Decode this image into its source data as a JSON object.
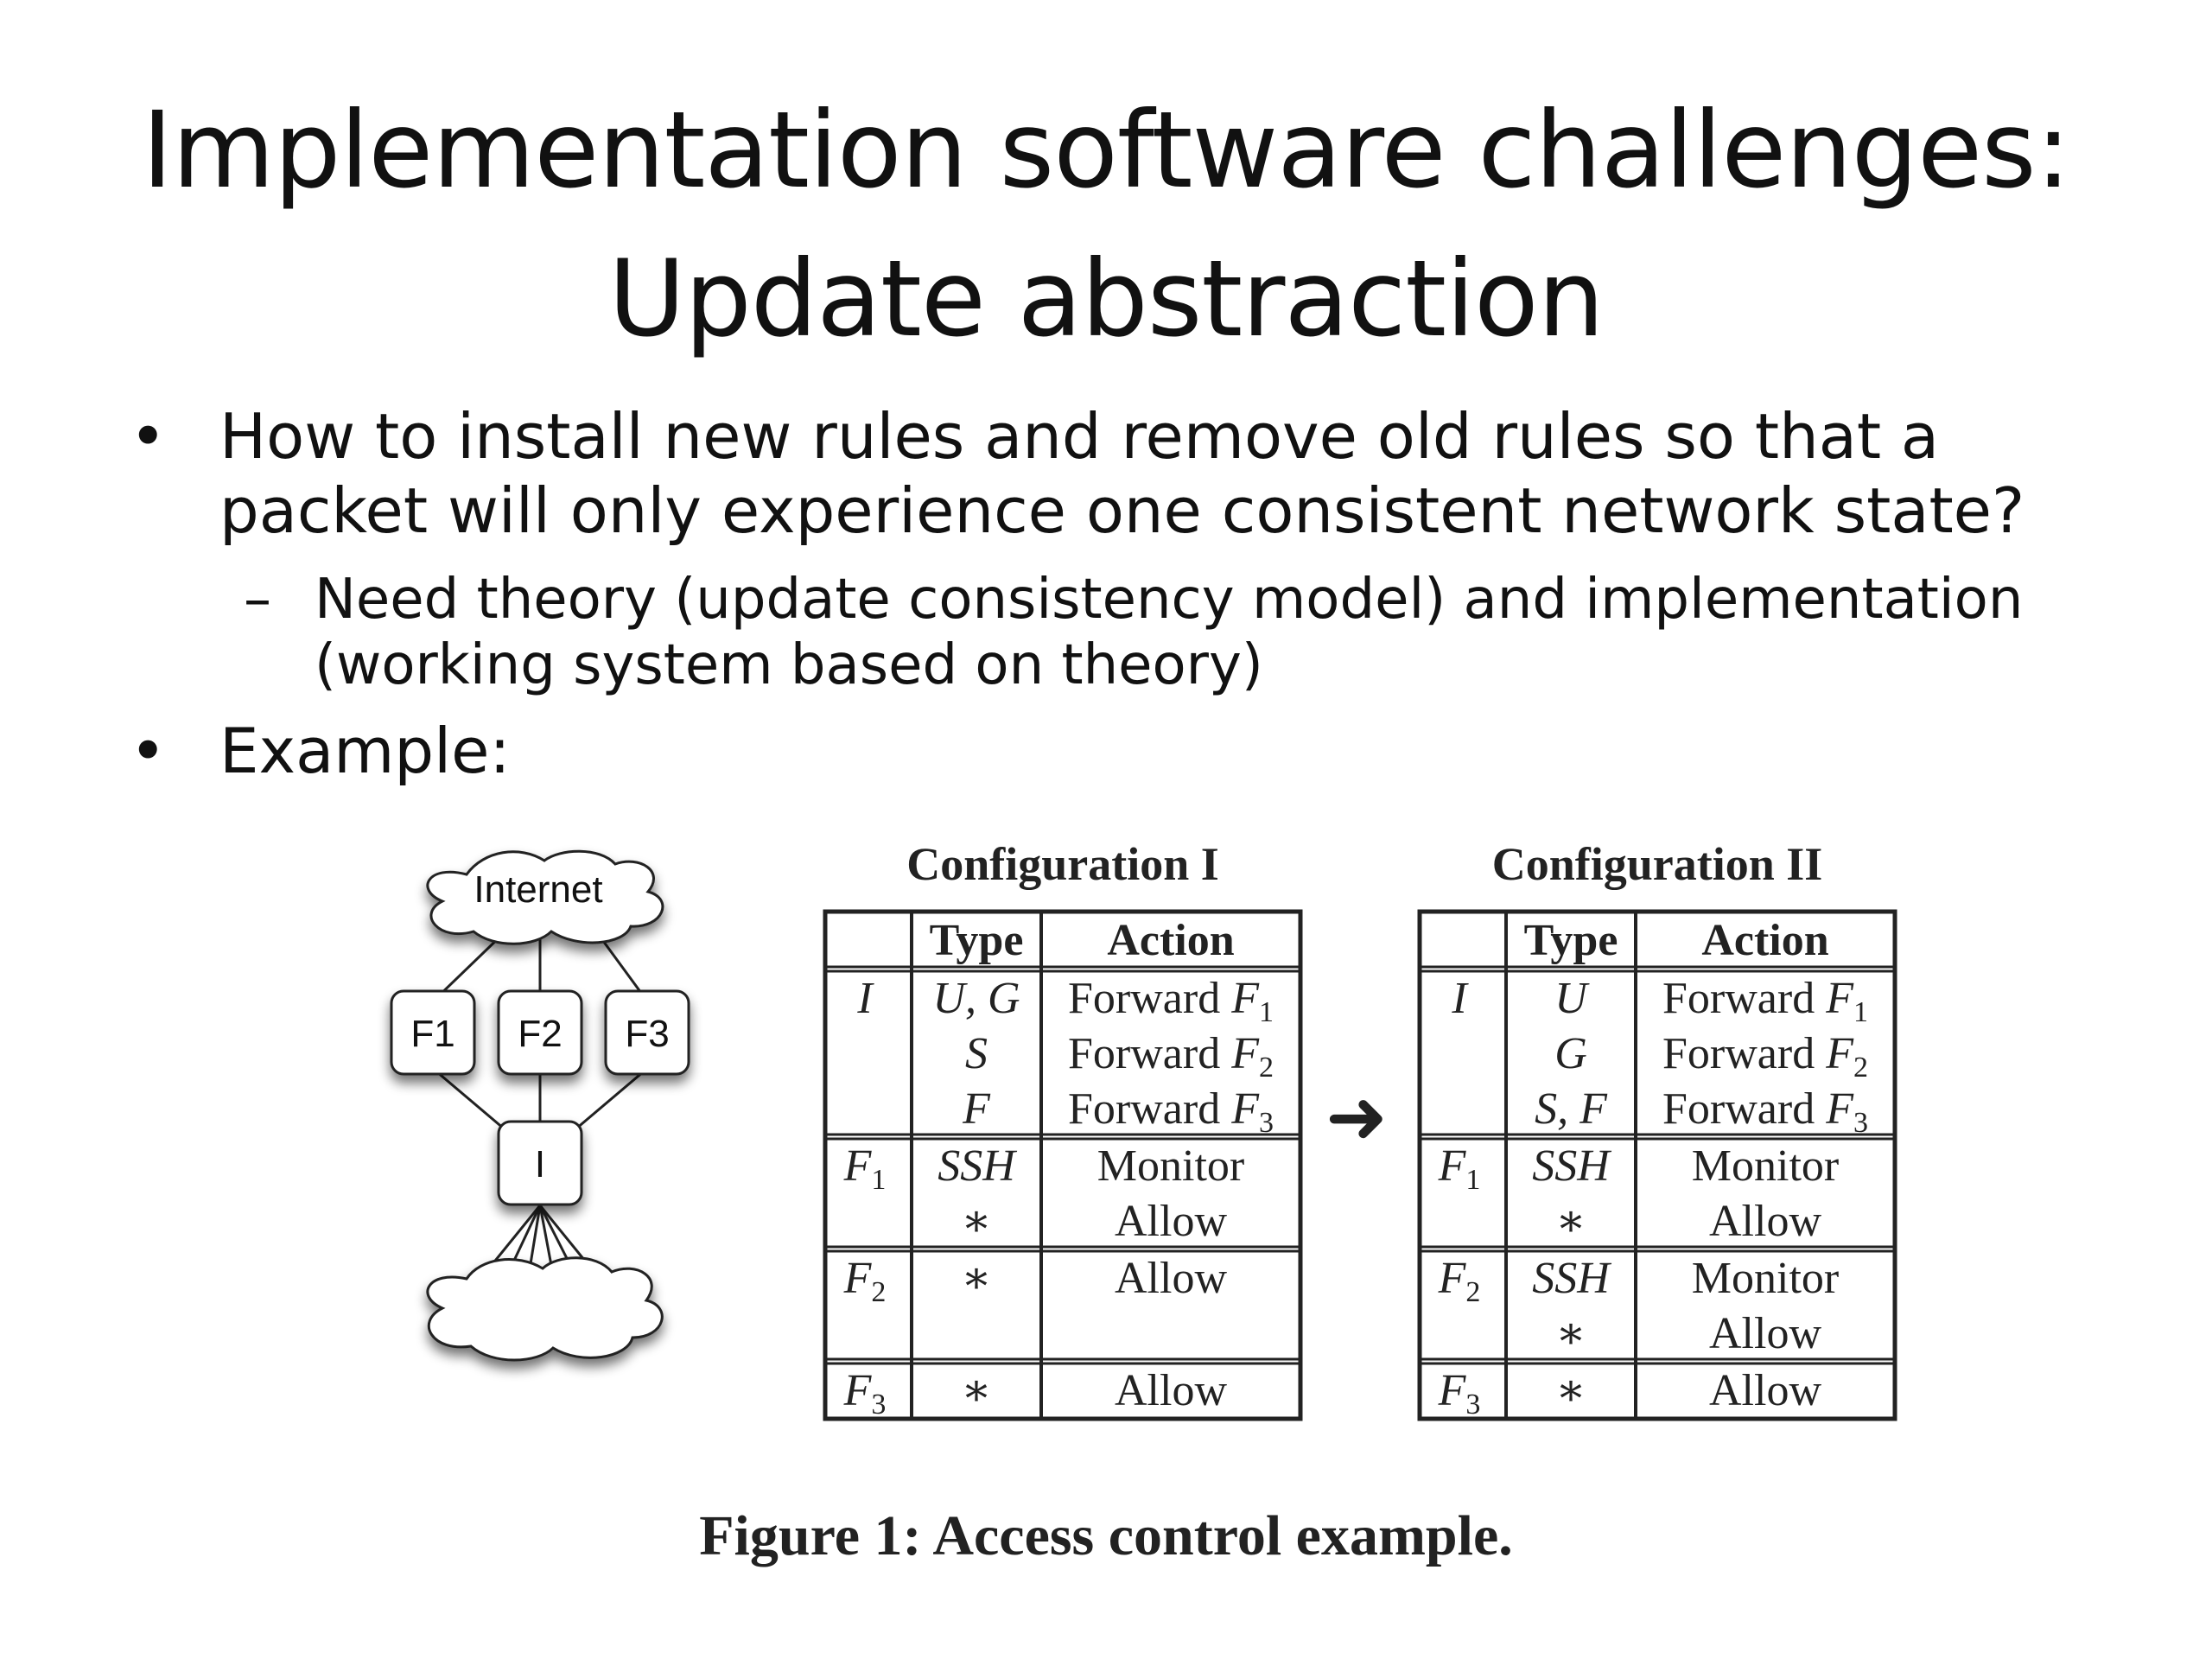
{
  "title": {
    "line1": "Implementation software challenges:",
    "line2": "Update abstraction"
  },
  "bullets": [
    {
      "mark": "•",
      "lines": [
        "How to install new rules and remove old rules so that a",
        "packet will only experience one consistent network state?"
      ],
      "sub": {
        "mark": "–",
        "lines": [
          "Need theory (update consistency model) and implementation",
          "(working system based on theory)"
        ]
      }
    },
    {
      "mark": "•",
      "lines": [
        "Example:"
      ]
    }
  ],
  "diagram": {
    "internet": "Internet",
    "nodes": [
      "F1",
      "F2",
      "F3"
    ],
    "ingress": "I"
  },
  "configurations": [
    {
      "title": "Configuration I",
      "headers": [
        "",
        "Type",
        "Action"
      ],
      "groups": [
        {
          "switch": "I",
          "sub": "",
          "rows": [
            [
              "U, G",
              "Forward F",
              "1"
            ],
            [
              "S",
              "Forward F",
              "2"
            ],
            [
              "F",
              "Forward F",
              "3"
            ]
          ]
        },
        {
          "switch": "F",
          "sub": "1",
          "rows": [
            [
              "SSH",
              "Monitor",
              ""
            ],
            [
              "∗",
              "Allow",
              ""
            ]
          ]
        },
        {
          "switch": "F",
          "sub": "2",
          "rows": [
            [
              "∗",
              "Allow",
              ""
            ],
            [
              "",
              "",
              ""
            ]
          ]
        },
        {
          "switch": "F",
          "sub": "3",
          "rows": [
            [
              "∗",
              "Allow",
              ""
            ]
          ]
        }
      ]
    },
    {
      "title": "Configuration II",
      "headers": [
        "",
        "Type",
        "Action"
      ],
      "groups": [
        {
          "switch": "I",
          "sub": "",
          "rows": [
            [
              "U",
              "Forward F",
              "1"
            ],
            [
              "G",
              "Forward F",
              "2"
            ],
            [
              "S, F",
              "Forward F",
              "3"
            ]
          ]
        },
        {
          "switch": "F",
          "sub": "1",
          "rows": [
            [
              "SSH",
              "Monitor",
              ""
            ],
            [
              "∗",
              "Allow",
              ""
            ]
          ]
        },
        {
          "switch": "F",
          "sub": "2",
          "rows": [
            [
              "SSH",
              "Monitor",
              ""
            ],
            [
              "∗",
              "Allow",
              ""
            ]
          ]
        },
        {
          "switch": "F",
          "sub": "3",
          "rows": [
            [
              "∗",
              "Allow",
              ""
            ]
          ]
        }
      ]
    }
  ],
  "arrow": "➜",
  "caption": "Figure 1: Access control example."
}
